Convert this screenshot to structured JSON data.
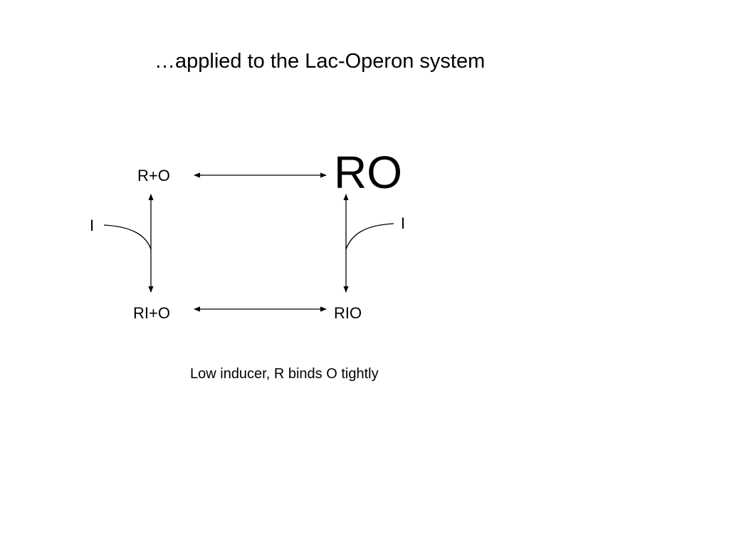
{
  "slide": {
    "title": "…applied to the Lac-Operon system",
    "caption": "Low inducer, R binds O tightly"
  },
  "diagram": {
    "nodes": {
      "r_plus_o": "R+O",
      "ro": "RO",
      "ri_plus_o": "RI+O",
      "rio": "RIO"
    },
    "inducer_left": "I",
    "inducer_right": "I"
  }
}
